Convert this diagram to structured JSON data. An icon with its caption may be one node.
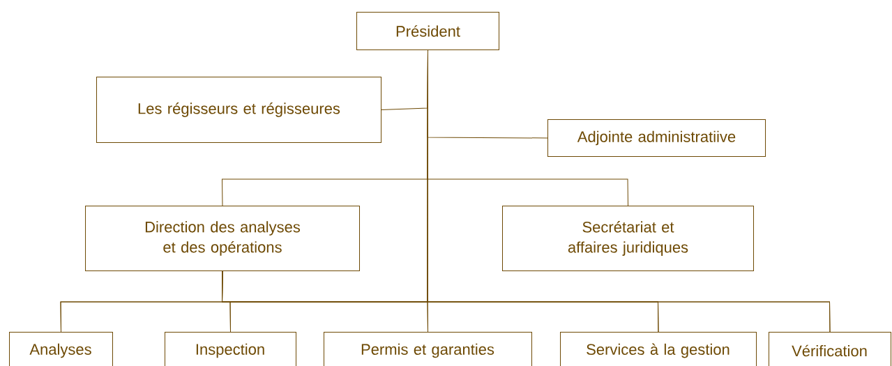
{
  "diagram": {
    "nodes": [
      {
        "text": [
          "Président"
        ]
      },
      {
        "text": [
          "Les régisseurs et régisseures"
        ]
      },
      {
        "text": [
          "Adjointe administratiive"
        ]
      },
      {
        "text": [
          "Direction des analyses et des opérations"
        ]
      },
      {
        "text": [
          "Secrétariat et affaires juridiques"
        ]
      },
      {
        "text": [
          "Analyses"
        ]
      },
      {
        "text": [
          "Inspection"
        ]
      },
      {
        "text": [
          "Permis et garanties"
        ]
      },
      {
        "text": [
          "Services à la gestion"
        ]
      },
      {
        "text": [
          "Vérification"
        ]
      }
    ],
    "edges": [
      {
        "from": 0,
        "to": 1,
        "arrow": "none"
      },
      {
        "from": 0,
        "to": 2,
        "arrow": "none"
      },
      {
        "from": 0,
        "to": 3,
        "arrow": "none"
      },
      {
        "from": 0,
        "to": 4,
        "arrow": "none"
      },
      {
        "from": 0,
        "to": 5,
        "arrow": "none"
      },
      {
        "from": 0,
        "to": 6,
        "arrow": "none"
      },
      {
        "from": 0,
        "to": 7,
        "arrow": "none"
      },
      {
        "from": 0,
        "to": 8,
        "arrow": "none"
      },
      {
        "from": 0,
        "to": 9,
        "arrow": "none"
      },
      {
        "from": 3,
        "to": 5,
        "arrow": "none"
      },
      {
        "from": 3,
        "to": 6,
        "arrow": "none"
      },
      {
        "from": 3,
        "to": 7,
        "arrow": "none"
      },
      {
        "from": 3,
        "to": 8,
        "arrow": "none"
      },
      {
        "from": 3,
        "to": 9,
        "arrow": "none"
      }
    ]
  }
}
